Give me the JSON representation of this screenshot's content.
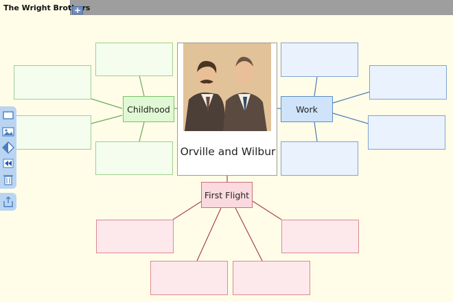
{
  "tab": {
    "title": "The Wright Brothers",
    "add_label": "+"
  },
  "center": {
    "label": "Orville and Wilbur"
  },
  "hubs": {
    "childhood": "Childhood",
    "work": "Work",
    "first_flight": "First Flight"
  },
  "colors": {
    "childhood": "#7bc06a",
    "work": "#5c8cc8",
    "first_flight": "#a8424e",
    "background": "#fffde8"
  },
  "toolbar": {
    "icons": [
      "rectangle-icon",
      "image-icon",
      "diamond-icon",
      "rewind-icon",
      "trash-icon",
      "export-icon"
    ]
  }
}
